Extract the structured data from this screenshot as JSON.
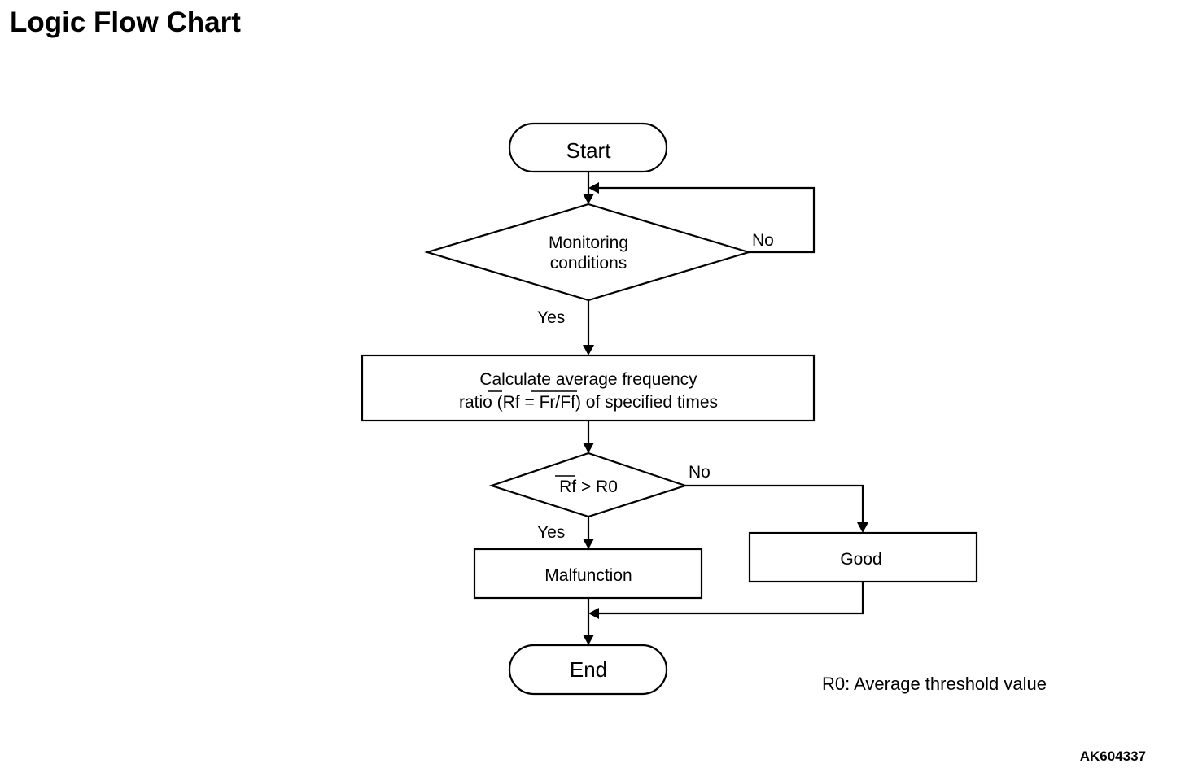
{
  "page": {
    "title": "Logic Flow Chart",
    "figure_id": "AK604337"
  },
  "flowchart": {
    "start": {
      "label": "Start"
    },
    "monitoring": {
      "line1": "Monitoring",
      "line2": "conditions"
    },
    "monitoring_no": "No",
    "monitoring_yes": "Yes",
    "calculate": {
      "line1": "Calculate average frequency",
      "line2_prefix": "ratio (",
      "rf": "Rf",
      "equals": " = ",
      "fr": "Fr",
      "slash": "/",
      "ff": "Ff",
      "line2_suffix": ") of specified times"
    },
    "compare": {
      "rf": "Rf",
      "rest": " > R0"
    },
    "compare_no": "No",
    "compare_yes": "Yes",
    "malfunction": {
      "label": "Malfunction"
    },
    "good": {
      "label": "Good"
    },
    "end": {
      "label": "End"
    }
  },
  "legend": {
    "note": "R0: Average threshold value"
  }
}
